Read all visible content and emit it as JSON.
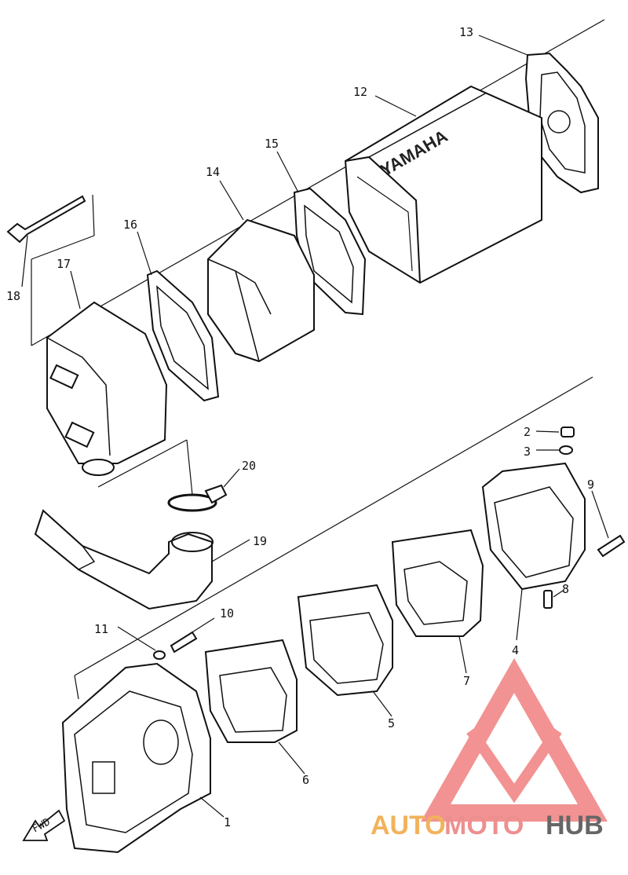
{
  "diagram": {
    "callouts": [
      "1",
      "2",
      "3",
      "4",
      "5",
      "6",
      "7",
      "8",
      "9",
      "10",
      "11",
      "12",
      "13",
      "14",
      "15",
      "16",
      "17",
      "18",
      "19",
      "20"
    ],
    "fwd_label": "FWD",
    "brand_text": "YAMAHA"
  },
  "watermark": {
    "part1": "AUTO",
    "part2": "MOTO",
    "part3": "HUB",
    "colors": {
      "auto": "#f2b25b",
      "moto": "#ee8f8f",
      "hub": "#666666",
      "logo": "#f08080"
    }
  }
}
